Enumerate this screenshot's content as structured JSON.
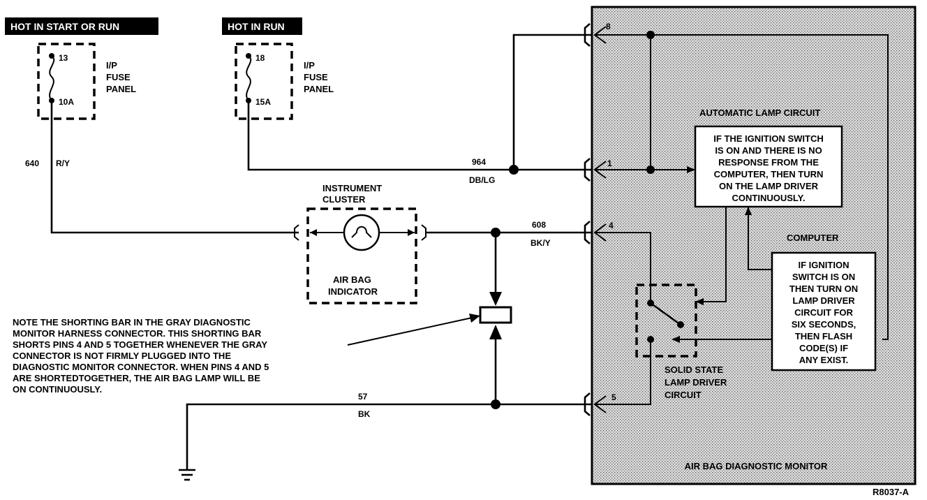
{
  "fuse_panel_left": {
    "tag": "HOT IN START OR RUN",
    "pin_top": "13",
    "pin_bottom": "10A",
    "label_lines": [
      "I/P",
      "FUSE",
      "PANEL"
    ]
  },
  "fuse_panel_right": {
    "tag": "HOT IN RUN",
    "pin_top": "18",
    "pin_bottom": "15A",
    "label_lines": [
      "I/P",
      "FUSE",
      "PANEL"
    ]
  },
  "wires": {
    "w640": {
      "circuit": "640",
      "color": "R/Y"
    },
    "w964": {
      "circuit": "964",
      "color": "DB/LG"
    },
    "w608": {
      "circuit": "608",
      "color": "BK/Y"
    },
    "w57": {
      "circuit": "57",
      "color": "BK"
    }
  },
  "instrument_cluster": {
    "title_lines": [
      "INSTRUMENT",
      "CLUSTER"
    ],
    "indicator_lines": [
      "AIR BAG",
      "INDICATOR"
    ]
  },
  "note_lines": [
    "NOTE THE SHORTING BAR IN THE GRAY DIAGNOSTIC",
    "MONITOR HARNESS CONNECTOR. THIS SHORTING BAR",
    "SHORTS PINS 4 AND 5 TOGETHER WHENEVER THE GRAY",
    "CONNECTOR IS NOT FIRMLY PLUGGED INTO THE",
    "DIAGNOSTIC MONITOR CONNECTOR. WHEN PINS 4 AND 5",
    "ARE SHORTEDTOGETHER, THE AIR BAG LAMP WILL BE",
    "ON CONTINUOUSLY."
  ],
  "monitor": {
    "title": "AIR BAG DIAGNOSTIC MONITOR",
    "auto_lamp_label": "AUTOMATIC LAMP CIRCUIT",
    "computer_label": "COMPUTER",
    "pins": [
      "8",
      "1",
      "4",
      "5"
    ],
    "box1_lines": [
      "IF THE IGNITION SWITCH",
      "IS ON AND THERE IS NO",
      "RESPONSE FROM THE",
      "COMPUTER, THEN TURN",
      "ON THE LAMP DRIVER",
      "CONTINUOUSLY."
    ],
    "box2_lines": [
      "IF IGNITION",
      "SWITCH IS ON",
      "THEN TURN ON",
      "LAMP DRIVER",
      "CIRCUIT FOR",
      "SIX SECONDS,",
      "THEN FLASH",
      "CODE(S) IF",
      "ANY EXIST."
    ],
    "driver_label_lines": [
      "SOLID STATE",
      "LAMP DRIVER",
      "CIRCUIT"
    ]
  },
  "figure_id": "R8037-A"
}
